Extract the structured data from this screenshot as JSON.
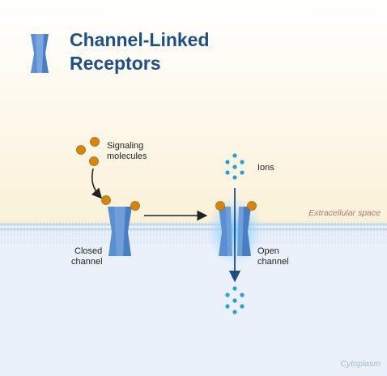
{
  "title": {
    "line1": "Channel-Linked",
    "line2": "Receptors"
  },
  "labels": {
    "signaling_line1": "Signaling",
    "signaling_line2": "molecules",
    "ions": "Ions",
    "closed_line1": "Closed",
    "closed_line2": "channel",
    "open_line1": "Open",
    "open_line2": "channel",
    "extracellular": "Extracellular space",
    "cytoplasm": "Cytoplasm"
  },
  "colors": {
    "title": "#1f4f86",
    "extracellular_bg_top": "#ffffff",
    "extracellular_bg_bottom": "#fbf1d8",
    "cytoplasm_bg": "#eaf1fb",
    "membrane_head": "#c7d9ee",
    "channel": "#5b8fd1",
    "channel_dark": "#3f6fb0",
    "ligand": "#d5860e",
    "ion": "#2a9fd0",
    "extracellular_label": "#b7776a",
    "cytoplasm_label": "#a5b6d3"
  },
  "icons": [
    "channel-receptor-icon",
    "arrow-right-icon",
    "curved-arrow-icon",
    "ion-flow-arrow-icon"
  ]
}
